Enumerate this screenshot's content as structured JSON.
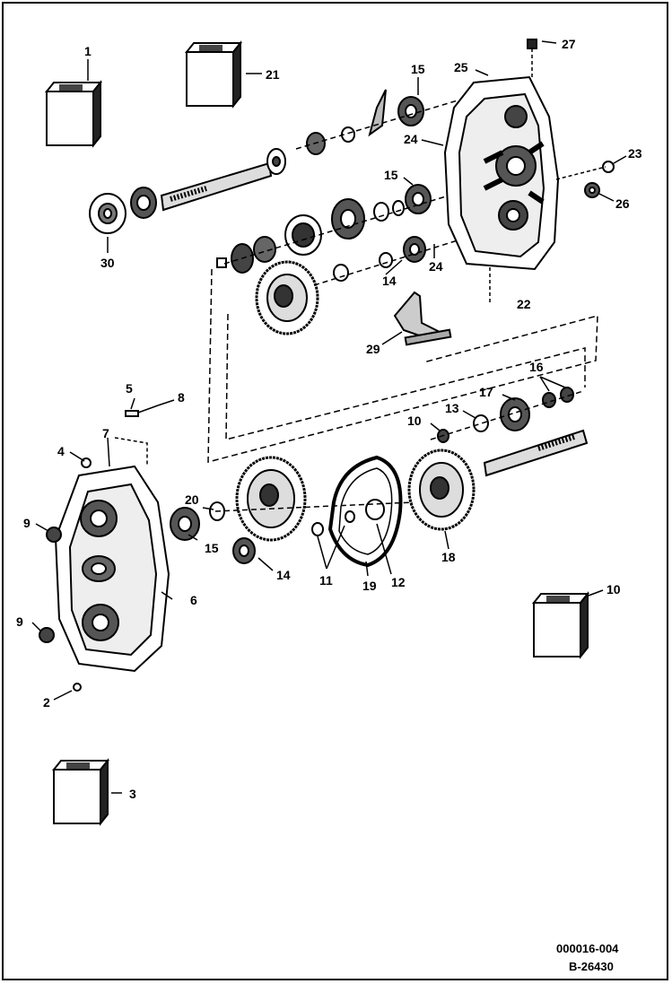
{
  "drawing": {
    "ref_code": "000016-004",
    "sheet_number": "B-26430"
  },
  "callouts": {
    "c1": "1",
    "c2": "2",
    "c3": "3",
    "c5": "5",
    "c6": "6",
    "c7": "7",
    "c8": "8",
    "c9a": "9",
    "c9b": "9",
    "c10": "10",
    "c11": "11",
    "c12": "12",
    "c13": "13",
    "c14a": "14",
    "c14b": "14",
    "c15a": "15",
    "c15b": "15",
    "c15c": "15",
    "c16": "16",
    "c17": "17",
    "c18": "18",
    "c19": "19",
    "c20": "20",
    "c21": "21",
    "c22": "22",
    "c23": "23",
    "c24a": "24",
    "c24b": "24",
    "c25": "25",
    "c26": "26",
    "c27": "27",
    "c29": "29",
    "c30": "30",
    "c4": "4",
    "c10b": "10"
  }
}
